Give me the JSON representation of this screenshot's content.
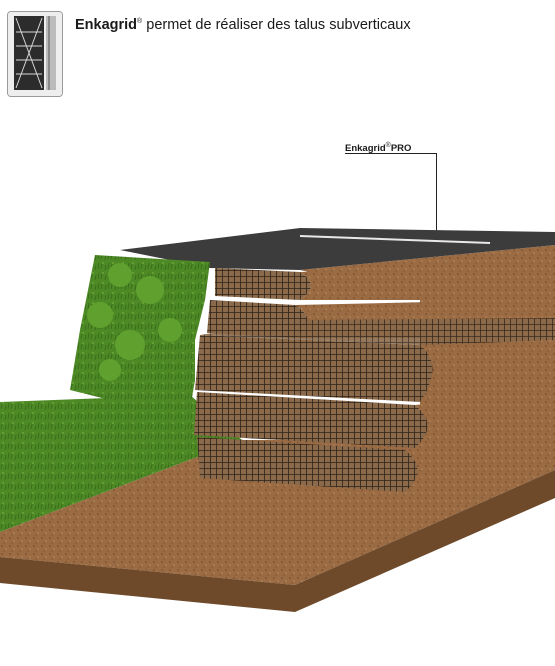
{
  "header": {
    "brand": "Enkagrid",
    "registered_mark": "®",
    "tagline": "permet de réaliser des talus subverticaux"
  },
  "callout": {
    "brand": "Enkagrid",
    "registered_mark": "®",
    "product": "PRO"
  },
  "thumbnail": {
    "icon": "product-thumbnail-icon"
  },
  "colors": {
    "soil": "#9b6b43",
    "soil_dark": "#6e4a2b",
    "asphalt": "#3c3c3c",
    "grass": "#4d8a26",
    "grid": "#4a3a2a"
  }
}
